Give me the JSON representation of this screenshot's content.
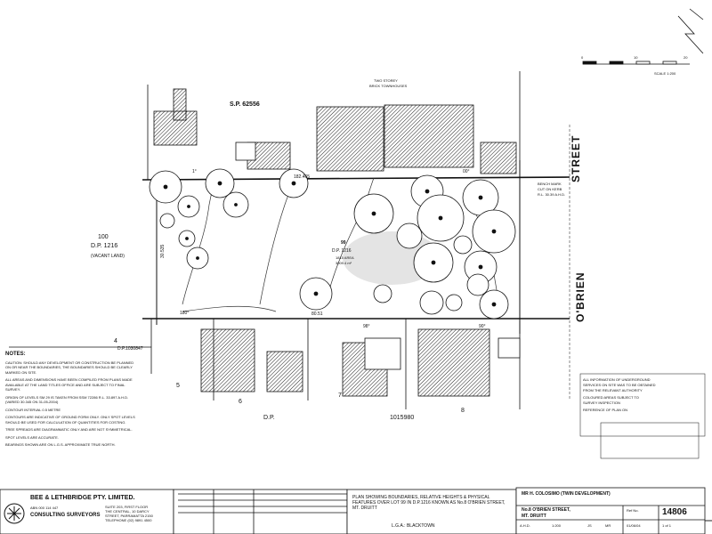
{
  "plan": {
    "lot_number": "99",
    "lot_dp": "D.P. 1216",
    "lot_area": "1815 AREA",
    "lot_area_value": "3009.4 m²",
    "street_name_top": "STREET",
    "street_name_side": "O'BRIEN",
    "sp_label": "S.P. 62556",
    "adjoining_lot_number": "100",
    "adjoining_lot_dp": "D.P. 1216",
    "adjoining_lot_status": "(VACANT LAND)",
    "lot4_label": "4",
    "lot4_dp": "D.P.1030847",
    "bottom_lots": [
      "5",
      "6",
      "7",
      "8"
    ],
    "bottom_dp": "D.P.",
    "bottom_dp_number": "1015980",
    "dims": {
      "top_length": "182.465",
      "bottom_length": "80.51",
      "left_side": "30.535",
      "angle_left": "1°",
      "angle_top": "00°",
      "angle_bottom_left": "180°",
      "angle_bottom_mid": "98°",
      "angle_bottom_right": "90°"
    },
    "bench_mark": [
      "BENCH MARK",
      "CUT ON KERB",
      "R.L. 30.39 A.H.D."
    ],
    "two_storey": [
      "TWO STOREY",
      "BRICK TOWNHOUSES"
    ]
  },
  "scale": {
    "label": "SCALE 1:200",
    "ticks": [
      "0",
      "10",
      "20"
    ]
  },
  "notes": {
    "heading": "NOTES:",
    "items": [
      "CAUTION: SHOULD ANY DEVELOPMENT OR CONSTRUCTION BE PLANNED ON OR NEAR THE BOUNDARIES, THE BOUNDARIES SHOULD BE CLEARLY MARKED ON SITE.",
      "ALL AREAS AND DIMENSIONS HAVE BEEN COMPILED FROM PLANS MADE AVAILABLE AT THE LAND TITLES OFFICE AND ARE SUBJECT TO FINAL SURVEY.",
      "ORIGIN OF LEVELS SM 29 IS TAKEN FROM SSM 72286 R.L. 33.897 A.H.D. (VARIED 30.345 ON 31-05-2004)",
      "CONTOUR INTERVAL 0.5 METRE",
      "CONTOURS ARE INDICATIVE OF GROUND FORM ONLY. ONLY SPOT LEVELS SHOULD BE USED FOR CALCULATION OF QUANTITIES FOR COSTING.",
      "TREE SPREADS ARE DIAGRAMMATIC ONLY AND ARE NOT SYMMETRICAL.",
      "SPOT LEVELS ARE ACCURATE.",
      "BEARINGS SHOWN ARE ON L.G.S. APPROXIMATE TRUE NORTH."
    ]
  },
  "legend_right": [
    "ALL INFORMATION OF UNDERGROUND",
    "SERVICES ON SITE WAS TO BE OBTAINED",
    "FROM THE RELEVANT AUTHORITY",
    "COLOURED AREAS SUBJECT TO",
    "SURVEY INSPECTION",
    "REFERENCE OF PLAN ON"
  ],
  "company": {
    "name": "BEE & LETHBRIDGE PTY. LIMITED.",
    "subtitle": "CONSULTING SURVEYORS",
    "acn": "ABN 000 114 447",
    "address": [
      "SUITE 203, FIRST FLOOR",
      "THE CENTRAL, 10 DARCY",
      "STREET, PARRAMATTA 2150",
      "TELEPHONE (02) 9891 4500"
    ]
  },
  "title_block": {
    "client": "MR H. COLOSIMO (TWIN DEVELOPMENT)",
    "address_line1": "No.8 O'BRIEN STREET,",
    "address_line2": "MT. DRUITT",
    "description": "PLAN SHOWING BOUNDARIES, RELATIVE HEIGHTS & PHYSICAL FEATURES OVER LOT 99 IN D.P.1216 KNOWN AS No.8 O'BRIEN STREET, MT. DRUITT",
    "lga": "L.G.A.: BLACKTOWN",
    "ref_label": "Ref No.",
    "ref_no": "14806",
    "datum": "A.H.D.",
    "scale": "1:200",
    "date": "01/06/04",
    "sheet": "1 of 1",
    "drawn": "JS",
    "checked": "MR"
  }
}
